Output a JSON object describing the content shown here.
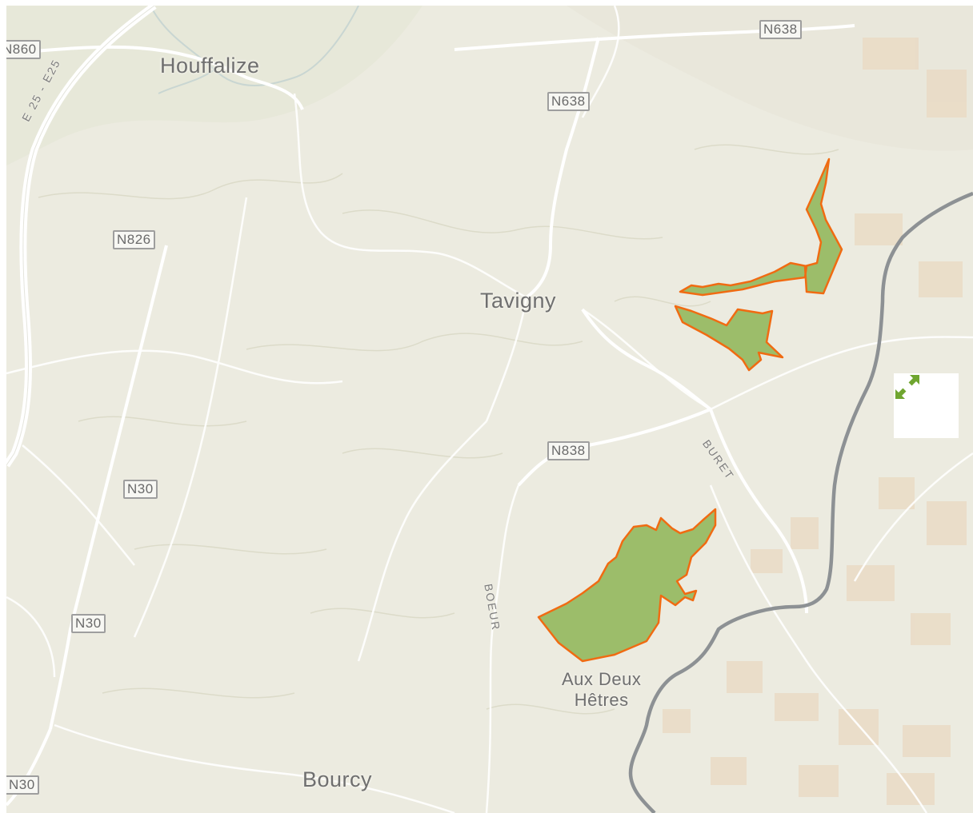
{
  "map": {
    "places": [
      {
        "id": "houffalize",
        "label": "Houffalize"
      },
      {
        "id": "tavigny",
        "label": "Tavigny"
      },
      {
        "id": "aux-deux-hetres",
        "label": "Aux Deux\nHêtres"
      },
      {
        "id": "bourcy",
        "label": "Bourcy"
      }
    ],
    "road_shields": [
      {
        "id": "n860",
        "label": "N860"
      },
      {
        "id": "n638-top",
        "label": "N638"
      },
      {
        "id": "n638",
        "label": "N638"
      },
      {
        "id": "n826",
        "label": "N826"
      },
      {
        "id": "n838",
        "label": "N838"
      },
      {
        "id": "n30-upper",
        "label": "N30"
      },
      {
        "id": "n30-mid",
        "label": "N30"
      },
      {
        "id": "n30-bottom",
        "label": "N30"
      }
    ],
    "road_labels": [
      {
        "id": "e25",
        "label": "E 25 - E25"
      },
      {
        "id": "buret",
        "label": "BURET"
      },
      {
        "id": "boeur",
        "label": "BOEUR"
      }
    ],
    "colors": {
      "land": "#ecebe0",
      "area_fill": "#9cbd6a",
      "area_outline": "#f06b12",
      "border_line": "#8d9194",
      "urban": "#ead9c2",
      "accent": "#6fa52f"
    },
    "controls": {
      "expand_icon": "expand-arrows-icon"
    }
  }
}
